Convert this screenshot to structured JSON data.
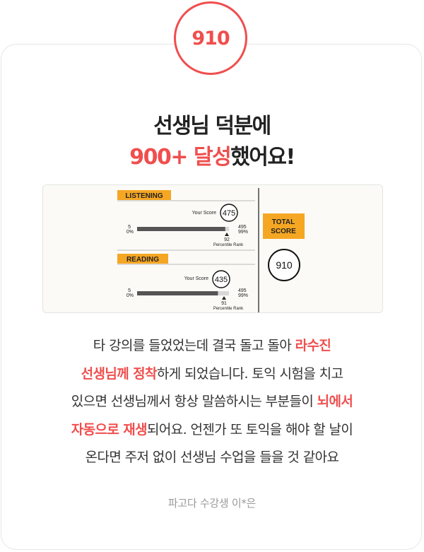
{
  "badge": {
    "score": "910"
  },
  "headline": {
    "line1": "선생님 덕분에",
    "line2_highlight": "900+ 달성",
    "line2_rest": "했어요!"
  },
  "score_report": {
    "listening": {
      "label": "LISTENING",
      "your_score_label": "Your Score",
      "score": "475",
      "min": "5",
      "min_pct": "0%",
      "max": "495",
      "max_pct": "99%",
      "percentile": "92",
      "percentile_label": "Percentile Rank",
      "score_fraction": 0.96
    },
    "reading": {
      "label": "READING",
      "your_score_label": "Your Score",
      "score": "435",
      "min": "5",
      "min_pct": "0%",
      "max": "495",
      "max_pct": "99%",
      "percentile": "91",
      "percentile_label": "Percentile Rank",
      "score_fraction": 0.88
    },
    "total": {
      "label_line1": "TOTAL",
      "label_line2": "SCORE",
      "score": "910"
    }
  },
  "review": {
    "l1a": "타 강의를 들었었는데 결국 돌고 돌아 ",
    "l1b": "라수진",
    "l2a": "선생님께 정착",
    "l2b": "하게 되었습니다. 토익 시험을 치고",
    "l3a": "있으면 선생님께서 항상 말씀하시는 부분들이 ",
    "l3b": "뇌에서",
    "l4a": "자동으로 재생",
    "l4b": "되어요. 언젠가 또 토익을 해야 할 날이",
    "l5": "온다면 주저 없이 선생님 수업을 들을 것 같아요"
  },
  "signature": "파고다 수강생  이*은",
  "colors": {
    "accent": "#f04e4e",
    "label_orange": "#f5a623",
    "bar_gray": "#555555"
  }
}
